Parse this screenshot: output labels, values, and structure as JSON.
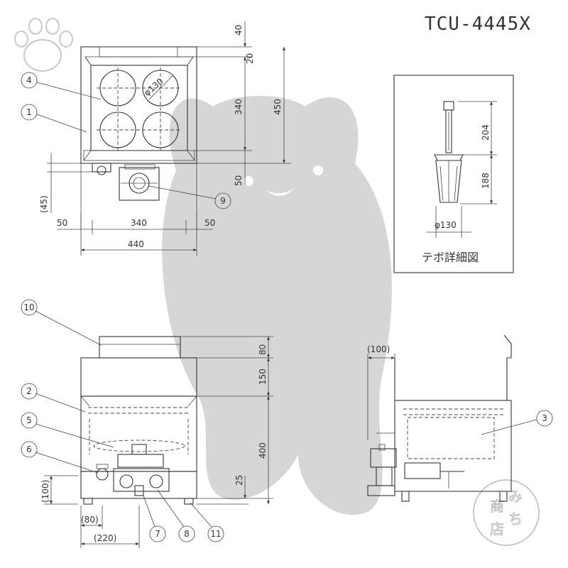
{
  "model": "TCU-4445X",
  "detail_caption": "テボ詳細図",
  "watermark": {
    "icon": "cat-silhouette",
    "paw_icon": "paw-icon",
    "stamp_chars": [
      "み",
      "ち",
      "商",
      "店"
    ]
  },
  "top_view": {
    "dims": {
      "top_40": "40",
      "top_20": "20",
      "height_340": "340",
      "height_450": "450",
      "bottom_50": "50",
      "side_45": "(45)",
      "left_50": "50",
      "width_340": "340",
      "right_50": "50",
      "width_440": "440",
      "dia": "φ130"
    }
  },
  "front_view": {
    "dims": {
      "h80": "80",
      "h150": "150",
      "h400": "400",
      "h25": "25",
      "h100": "(100)",
      "w80": "(80)",
      "w220": "(220)"
    }
  },
  "side_view": {
    "dims": {
      "w100": "(100)"
    }
  },
  "basket_detail": {
    "dims": {
      "h204": "204",
      "h188": "188",
      "dia": "φ130"
    }
  },
  "callouts": [
    "1",
    "2",
    "3",
    "4",
    "5",
    "6",
    "7",
    "8",
    "9",
    "10",
    "11"
  ]
}
